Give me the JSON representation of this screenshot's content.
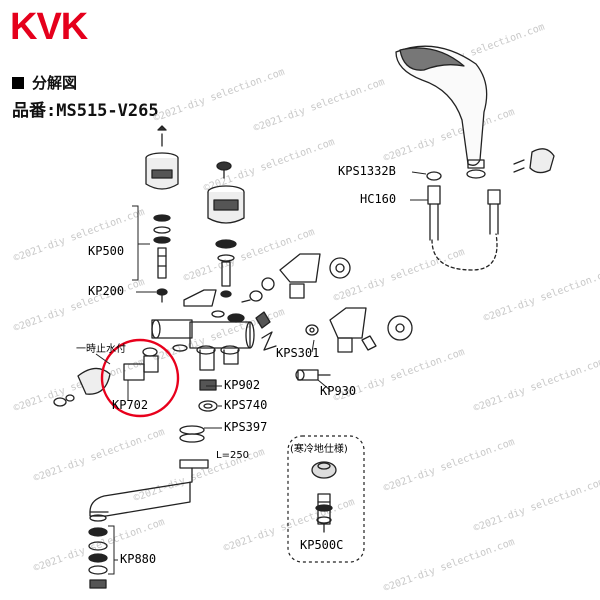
{
  "brand": "KVK",
  "section_title": "分解図",
  "model": "品番:MS515-V265",
  "watermark": "©2021-diy selection.com",
  "labels": {
    "kp500": "KP500",
    "kp200": "KP200",
    "temp_stop": "一時止水付",
    "kp702": "KP702",
    "kp902": "KP902",
    "kps740": "KPS740",
    "kps397": "KPS397",
    "length": "L=250",
    "kps301": "KPS301",
    "kp930": "KP930",
    "kps1332b": "KPS1332B",
    "hc160": "HC160",
    "cold_spec": "(寒冷地仕様)",
    "kp500c": "KP500C",
    "kp880": "KP880"
  },
  "colors": {
    "brand": "#e5001c",
    "highlight": "#e8001c",
    "line": "#222222",
    "watermark": "#c8c8c8"
  }
}
